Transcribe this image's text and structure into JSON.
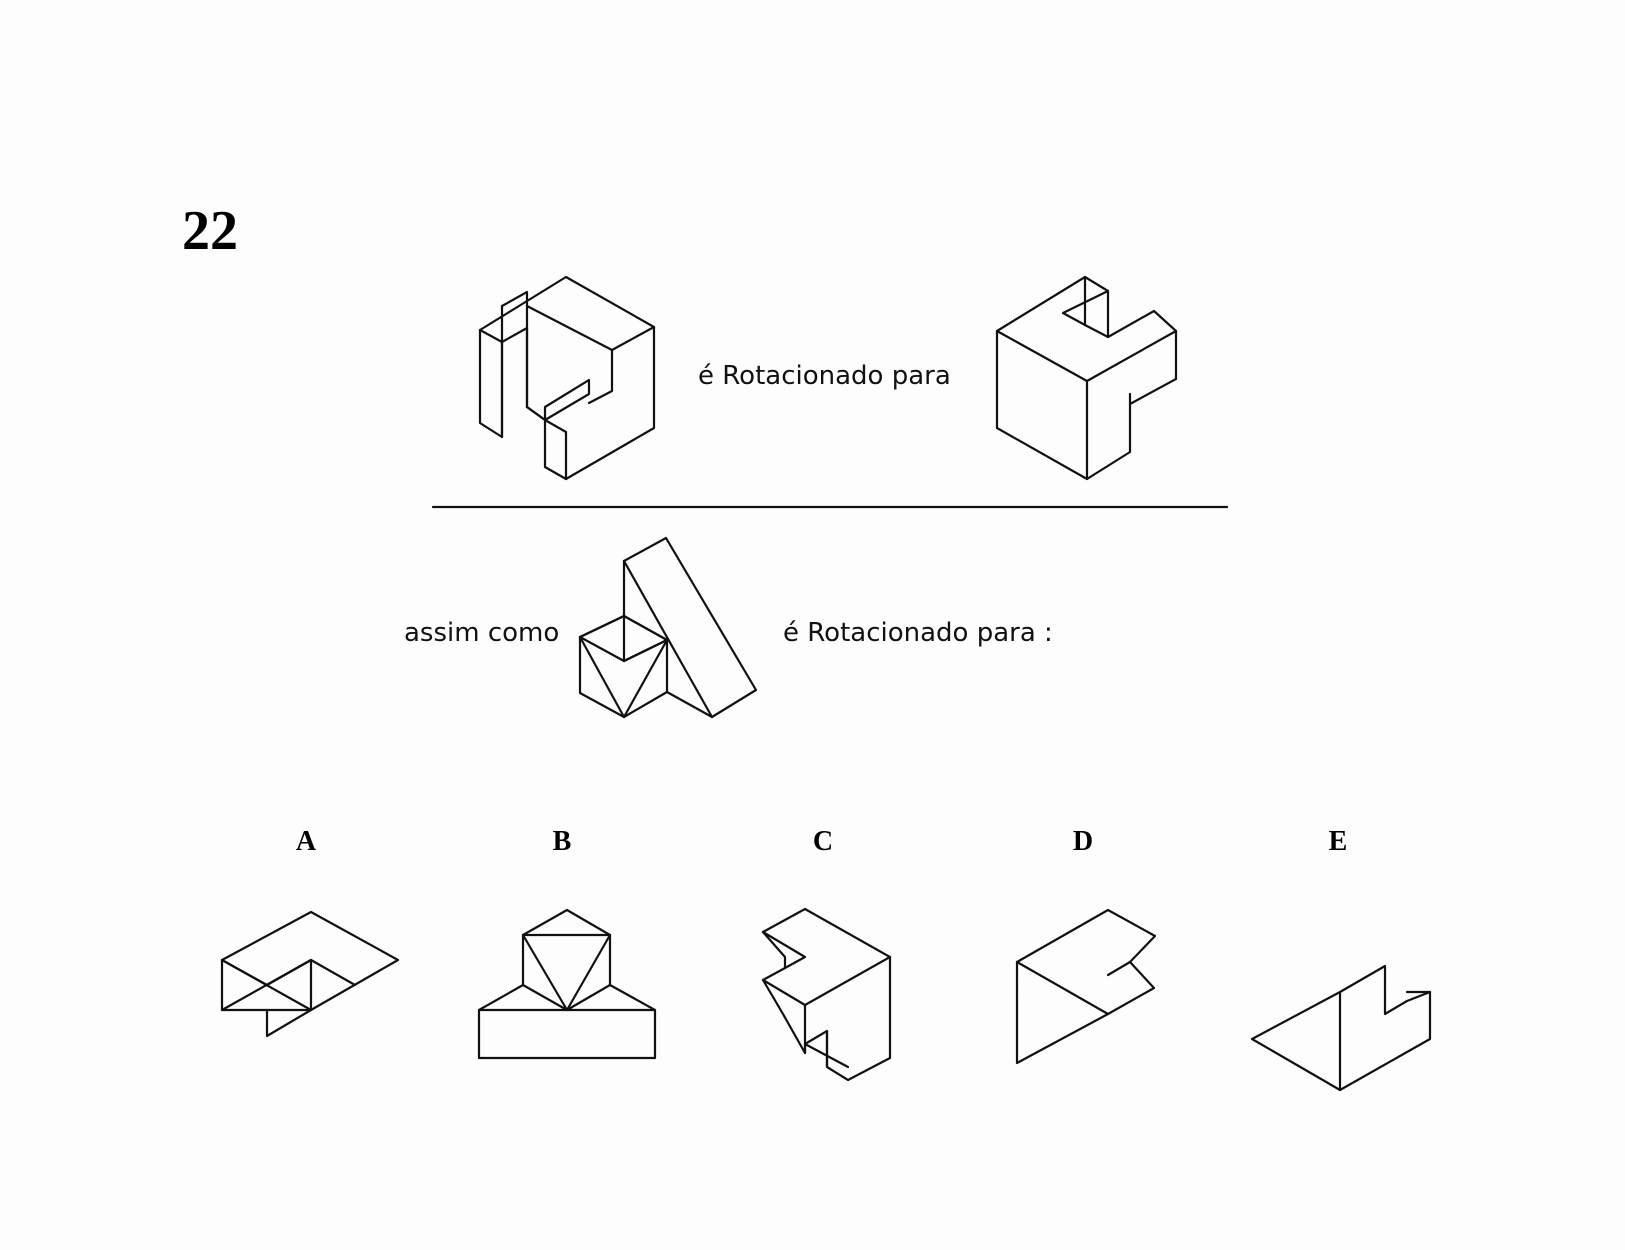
{
  "question": {
    "number": "22"
  },
  "example": {
    "caption": "é Rotacionado para"
  },
  "problem": {
    "lead": "assim como",
    "caption": "é Rotacionado para :"
  },
  "options": [
    {
      "letter": "A"
    },
    {
      "letter": "B"
    },
    {
      "letter": "C"
    },
    {
      "letter": "D"
    },
    {
      "letter": "E"
    }
  ]
}
